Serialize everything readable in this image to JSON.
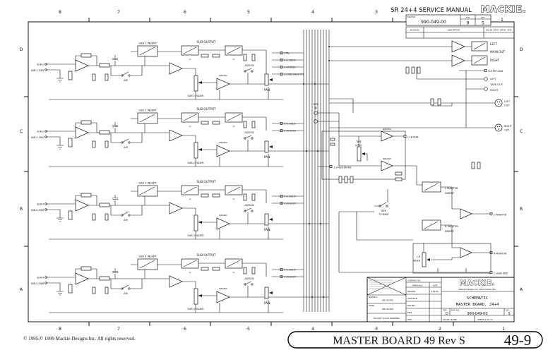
{
  "header": {
    "manual_title": "SR 24+4 SERVICE MANUAL",
    "brand": "MACKIE.",
    "doc_number_label": "DWG NO.",
    "doc_number": "990-049-00",
    "sheet_label": "SHT",
    "sheet": "9",
    "rev_label": "REV",
    "rev": "S"
  },
  "rev_table": {
    "col_eco": "ECO(N.CH)",
    "col_desc": "DESCRIPTION",
    "col_appr": "REL BY, DR BY, APP BY, DATE"
  },
  "grid": {
    "cols": [
      "8",
      "7",
      "6",
      "5",
      "4",
      "3",
      "2",
      "1"
    ],
    "rows": [
      "D",
      "C",
      "B",
      "A"
    ]
  },
  "schematic": {
    "jack_marks": [
      "-2-",
      "-5-"
    ]
  },
  "strips": [
    {
      "input": "SUB-1",
      "input_gnd": "SUB-1-GND",
      "insert": "SUB 1 INSERT",
      "output": "SUB OUTPUT",
      "fader": "SUB 1 FADER",
      "air": "AIR",
      "assign": "ASSIGN",
      "pan": "PAN",
      "opamp": "NJM4560",
      "conn": [
        "CTRL",
        "C+L-SOLO",
        "C+R-SOLO",
        "C+SUB-SOLO-CTL"
      ]
    },
    {
      "input": "SUB-2",
      "input_gnd": "SUB-2-GND",
      "insert": "SUB 2 INSERT",
      "output": "SUB OUTPUT",
      "fader": "SUB 2 FADER",
      "air": "AIR",
      "assign": "ASSIGN",
      "pan": "PAN",
      "opamp": "NJM4560",
      "conn": [
        "C+L-SOLO",
        "C+R-SOLO"
      ]
    },
    {
      "input": "SUB-3",
      "input_gnd": "SUB-3-GND",
      "insert": "SUB 3 INSERT",
      "output": "SUB OUTPUT",
      "fader": "SUB 3 FADER",
      "air": "AIR",
      "assign": "ASSIGN",
      "pan": "PAN",
      "opamp": "NJM4560",
      "conn": [
        "C+L-SOLO",
        "C+R-SOLO"
      ]
    },
    {
      "input": "SUB-4",
      "input_gnd": "SUB-4-GND",
      "insert": "SUB 4 INSERT",
      "output": "SUB OUTPUT",
      "fader": "SUB 4 FADER",
      "air": "AIR",
      "assign": "ASSIGN",
      "pan": "PAN",
      "opamp": "NJM4560",
      "conn": [
        "C+L-SOLO",
        "C+R-SOLO"
      ]
    }
  ],
  "master": {
    "left": "LEFT",
    "main_out": "MAIN OUT",
    "right": "RIGHT",
    "output_gnd": "OUTPUT-GND",
    "tape_out_left": "LEFT",
    "tape_out": "TAPE OUT",
    "tape_out_right": "RIGHT",
    "left_out_1": "LEFT",
    "left_out_2": "OUT",
    "right_out_1": "RIGHT",
    "right_out_2": "OUT",
    "tape_in_1": "TAPE",
    "tape_in_2": "IN",
    "tape_level_1": "TAPE",
    "tape_level_2": "LEVEL",
    "master_ins": "C+MASTER-INS",
    "b_tape": "C+B-TAPE",
    "opamp": "NJM4560",
    "tape_to_main_1": "TAPE",
    "tape_to_main_2": "TO MAIN",
    "l_master_insert_1": "L MASTER",
    "l_master_insert_2": "INSERT",
    "r_master_insert_1": "R MASTER",
    "r_master_insert_2": "INSERT",
    "l_monitor": "L-MONITOR",
    "r_monitor": "R-MONITOR",
    "lr_fader_1": "L-R",
    "lr_fader_2": "FADER",
    "sub_gnd": "C+SUB-GND"
  },
  "title_block": {
    "brand": "MACKIE.",
    "company": "Mackie Designs Inc.   Woodinville, Wa.",
    "contract_label": "CONTRACT NO",
    "approvals_label": "APPROVALS",
    "date_label": "DATE",
    "drawn_label": "DRAWN",
    "drawn_date": "4-24-95",
    "checked_label": "CHECKED",
    "issued_label": "ISSUED",
    "eng_label": "ENG",
    "mfg_label": "MFG",
    "material_label": "MATERIAL",
    "finish_label": "FINISH",
    "see_notes": "SEE NOTES",
    "see_notes2": "SEE NOTES",
    "no_scale": "DO NOT SCALE DRAWING",
    "title_line1": "SCHEMATIC",
    "title_line2": "MASTER BOARD, 24+4",
    "size_label": "SIZE",
    "size": "D",
    "dwg_label": "DWG NO.",
    "dwg_no": "990-049-00",
    "rev_label": "REV",
    "rev": "S",
    "scale_label": "SCALE: NONE",
    "sheet_label": "SHEET 9 OF 13"
  },
  "footer": {
    "copyright": "© 1995,© 1999 Mackie Designs Inc. All rights reserved.",
    "board": "MASTER BOARD 49 Rev S",
    "page": "49-9"
  }
}
